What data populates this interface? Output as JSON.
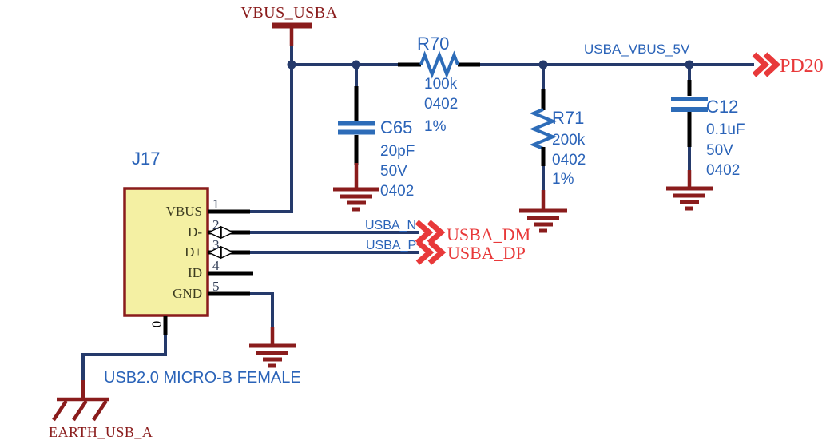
{
  "power": {
    "vbus_rail": "VBUS_USBA",
    "earth": "EARTH_USB_A"
  },
  "net_labels": {
    "vbus_5v": "USBA_VBUS_5V",
    "n": "USBA_N",
    "p": "USBA_P"
  },
  "ports": {
    "pd20": "PD20",
    "dm": "USBA_DM",
    "dp": "USBA_DP"
  },
  "components": {
    "r70": {
      "designator": "R70",
      "value": "100k",
      "package": "0402",
      "tolerance": "1%"
    },
    "r71": {
      "designator": "R71",
      "value": "200k",
      "package": "0402",
      "tolerance": "1%"
    },
    "c65": {
      "designator": "C65",
      "value": "20pF",
      "voltage": "50V",
      "package": "0402"
    },
    "c12": {
      "designator": "C12",
      "value": "0.1uF",
      "voltage": "50V",
      "package": "0402"
    },
    "j17": {
      "designator": "J17",
      "description": "USB2.0 MICRO-B FEMALE",
      "pins": [
        {
          "number": "1",
          "name": "VBUS"
        },
        {
          "number": "2",
          "name": "D-"
        },
        {
          "number": "3",
          "name": "D+"
        },
        {
          "number": "4",
          "name": "ID"
        },
        {
          "number": "5",
          "name": "GND"
        },
        {
          "number": "0",
          "name": ""
        }
      ]
    }
  },
  "colors": {
    "wire_navy": "#253a6b",
    "component_blue": "#2d6cb8",
    "label_blue": "#2a63b8",
    "maroon": "#8a1c1c",
    "port_red": "#e8393a",
    "pin_black": "#000000",
    "connector_fill": "#f4f0a3"
  }
}
